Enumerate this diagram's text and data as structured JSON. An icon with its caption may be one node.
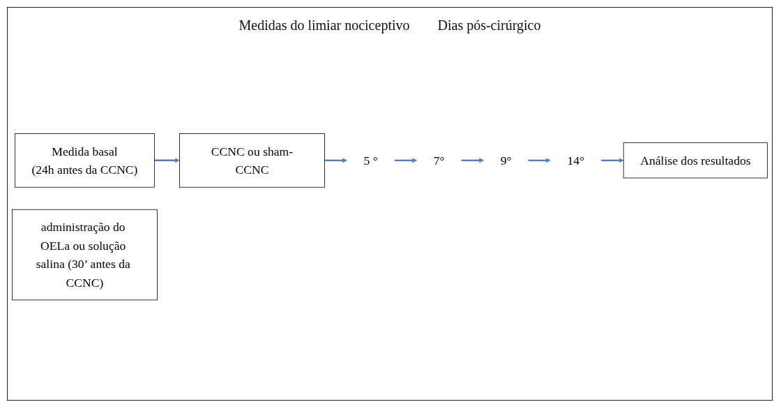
{
  "diagram": {
    "nodes": [
      {
        "text": [
          "Medida basal",
          "(24h antes da CCNC)"
        ]
      },
      {
        "text": [
          "administração do OELa ou solução salina (30’ antes da CCNC)"
        ]
      },
      {
        "text": [
          "CCNC ou sham-CCNC"
        ]
      },
      {
        "text": [
          "5 °"
        ]
      },
      {
        "text": [
          "7°"
        ]
      },
      {
        "text": [
          "9°"
        ]
      },
      {
        "text": [
          "14°"
        ]
      },
      {
        "text": [
          "Análise dos resultados"
        ]
      }
    ],
    "edges": [
      {
        "from": 0,
        "to": 2,
        "arrow": "to"
      },
      {
        "from": 2,
        "to": 3,
        "arrow": "to"
      },
      {
        "from": 3,
        "to": 4,
        "arrow": "to"
      },
      {
        "from": 4,
        "to": 5,
        "arrow": "to"
      },
      {
        "from": 5,
        "to": 6,
        "arrow": "to"
      },
      {
        "from": 6,
        "to": 7,
        "arrow": "to"
      }
    ],
    "labels": [
      "Medidas do limiar nociceptivo",
      "Dias pós-cirúrgico"
    ]
  }
}
